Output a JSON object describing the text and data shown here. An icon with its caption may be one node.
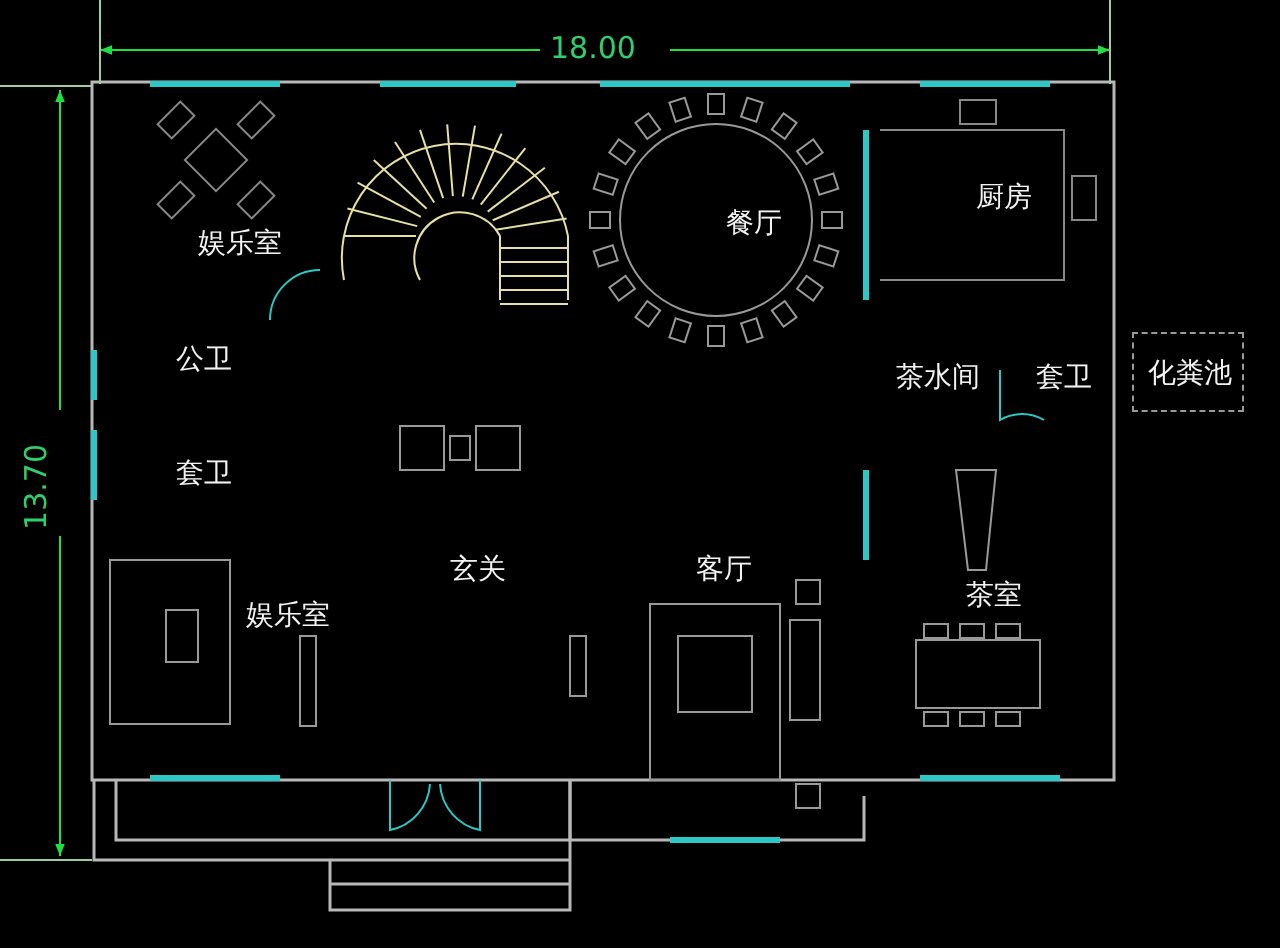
{
  "diagram": {
    "nodes": [
      {
        "text": [
          "娱乐室"
        ]
      },
      {
        "text": [
          "餐厅"
        ]
      },
      {
        "text": [
          "厨房"
        ]
      },
      {
        "text": [
          "公卫"
        ]
      },
      {
        "text": [
          "套卫"
        ]
      },
      {
        "text": [
          "茶水间"
        ]
      },
      {
        "text": [
          "套卫"
        ]
      },
      {
        "text": [
          "化粪池"
        ]
      },
      {
        "text": [
          "玄关"
        ]
      },
      {
        "text": [
          "客厅"
        ]
      },
      {
        "text": [
          "茶室"
        ]
      },
      {
        "text": [
          "娱乐室"
        ]
      }
    ],
    "labels": [
      "18.00",
      "13.70"
    ]
  }
}
